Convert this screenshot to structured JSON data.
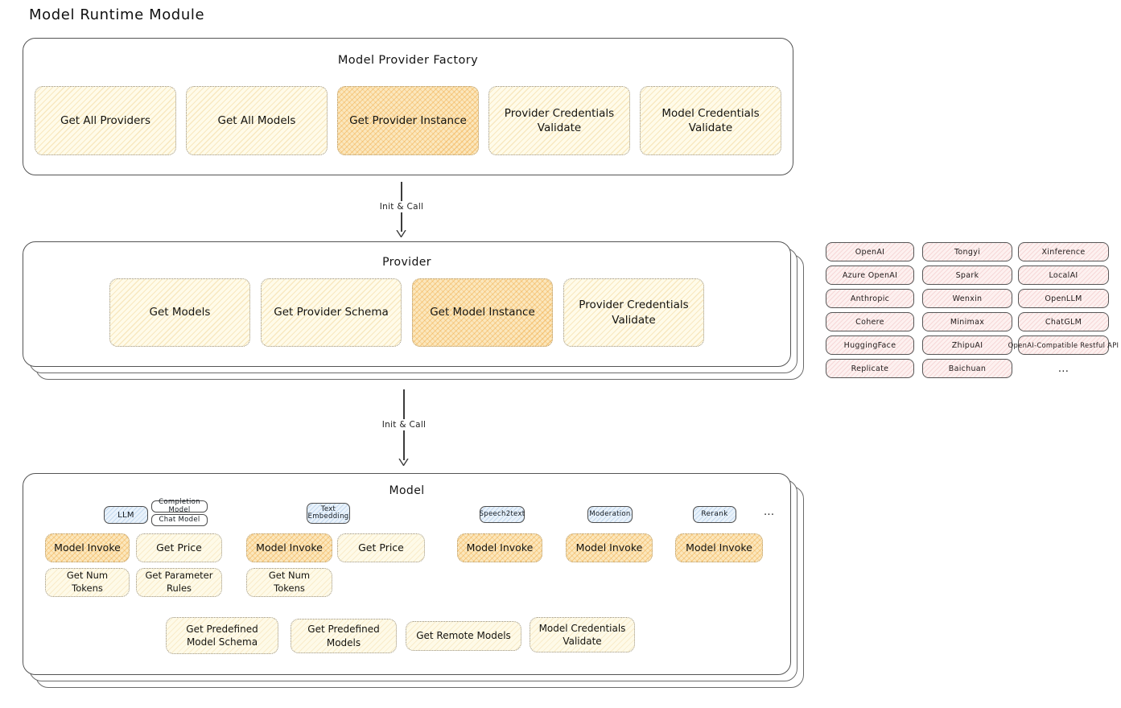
{
  "page_title": "Model Runtime Module",
  "colors": {
    "highlight_orange": "#fbe7bd",
    "pale_yellow": "#fffbe9",
    "chip_blue": "#e9f2fb",
    "chip_pink": "#fdf1f0",
    "stroke": "#545454"
  },
  "factory": {
    "title": "Model Provider Factory",
    "buttons": [
      {
        "label": "Get All Providers",
        "highlight": false
      },
      {
        "label": "Get All Models",
        "highlight": false
      },
      {
        "label": "Get Provider Instance",
        "highlight": true
      },
      {
        "label": "Provider Credentials Validate",
        "highlight": false
      },
      {
        "label": "Model Credentials Validate",
        "highlight": false
      }
    ]
  },
  "arrows": {
    "factory_to_provider": "Init & Call",
    "provider_to_model": "Init & Call"
  },
  "provider": {
    "title": "Provider",
    "buttons": [
      {
        "label": "Get Models",
        "highlight": false
      },
      {
        "label": "Get Provider Schema",
        "highlight": false
      },
      {
        "label": "Get Model Instance",
        "highlight": true
      },
      {
        "label": "Provider Credentials Validate",
        "highlight": false
      }
    ]
  },
  "provider_list": {
    "columns": [
      [
        "OpenAI",
        "Azure OpenAI",
        "Anthropic",
        "Cohere",
        "HuggingFace",
        "Replicate"
      ],
      [
        "Tongyi",
        "Spark",
        "Wenxin",
        "Minimax",
        "ZhipuAI",
        "Baichuan"
      ],
      [
        "Xinference",
        "LocalAI",
        "OpenLLM",
        "ChatGLM",
        "OpenAI-Compatible Restful API"
      ]
    ],
    "more_label": "..."
  },
  "model": {
    "title": "Model",
    "tabs": {
      "llm": "LLM",
      "completion_model": "Completion Model",
      "chat_model": "Chat Model",
      "text_embedding": "Text Embedding",
      "speech2text": "Speech2text",
      "moderation": "Moderation",
      "rerank": "Rerank",
      "more": "..."
    },
    "buttons": {
      "llm_model_invoke": "Model Invoke",
      "llm_get_price": "Get Price",
      "llm_get_num_tokens": "Get Num Tokens",
      "llm_get_parameter_rules": "Get Parameter Rules",
      "te_model_invoke": "Model Invoke",
      "te_get_price": "Get Price",
      "te_get_num_tokens": "Get Num Tokens",
      "s2t_model_invoke": "Model Invoke",
      "moderation_model_invoke": "Model Invoke",
      "rerank_model_invoke": "Model Invoke"
    },
    "bottom_buttons": [
      "Get Predefined Model Schema",
      "Get Predefined Models",
      "Get Remote Models",
      "Model Credentials Validate"
    ]
  }
}
